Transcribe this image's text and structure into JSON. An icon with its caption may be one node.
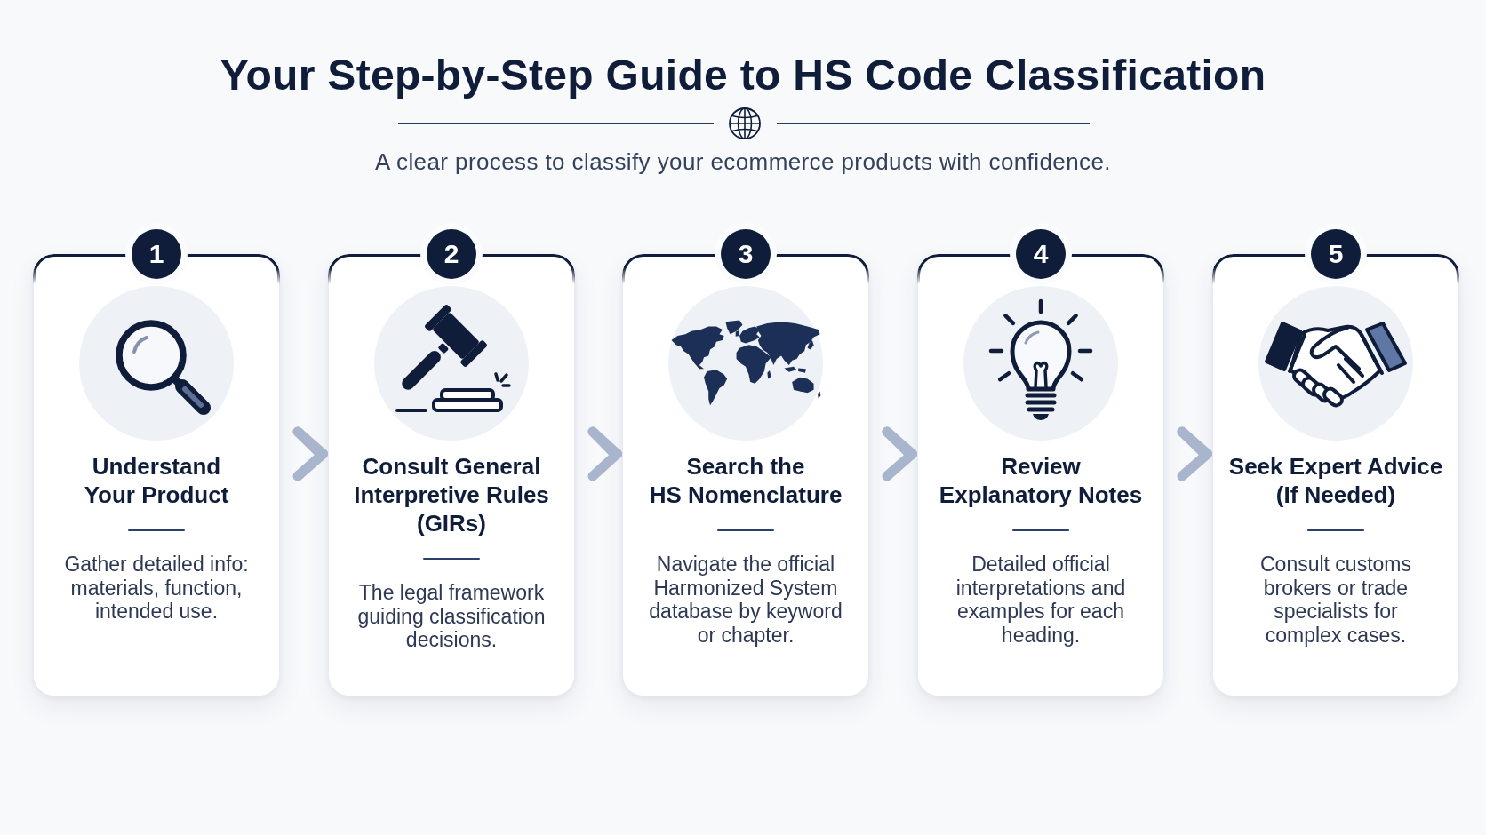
{
  "diagram": {
    "title": "Your Step-by-Step Guide to HS Code Classification",
    "nodes": [
      {
        "text": [
          "1",
          "Understand Your Product",
          "Gather detailed info: materials, function, intended use."
        ]
      },
      {
        "text": [
          "2",
          "Consult General Interpretive Rules (GIRs)",
          "The legal framework guiding classification decisions."
        ]
      },
      {
        "text": [
          "3",
          "Search the HS Nomenclature",
          "Navigate the official Harmonized System database by keyword or chapter."
        ]
      },
      {
        "text": [
          "4",
          "Review Explanatory Notes",
          "Detailed official interpretations and examples for each heading."
        ]
      },
      {
        "text": [
          "5",
          "Seek Expert Advice (If Needed)",
          "Consult customs brokers or trade specialists for complex cases."
        ]
      }
    ],
    "edges": [
      {
        "from": 0,
        "to": 1,
        "arrow": "to"
      },
      {
        "from": 1,
        "to": 2,
        "arrow": "to"
      },
      {
        "from": 2,
        "to": 3,
        "arrow": "to"
      },
      {
        "from": 3,
        "to": 4,
        "arrow": "to"
      }
    ],
    "labels": [
      "A clear process to classify your ecommerce products with confidence."
    ]
  }
}
